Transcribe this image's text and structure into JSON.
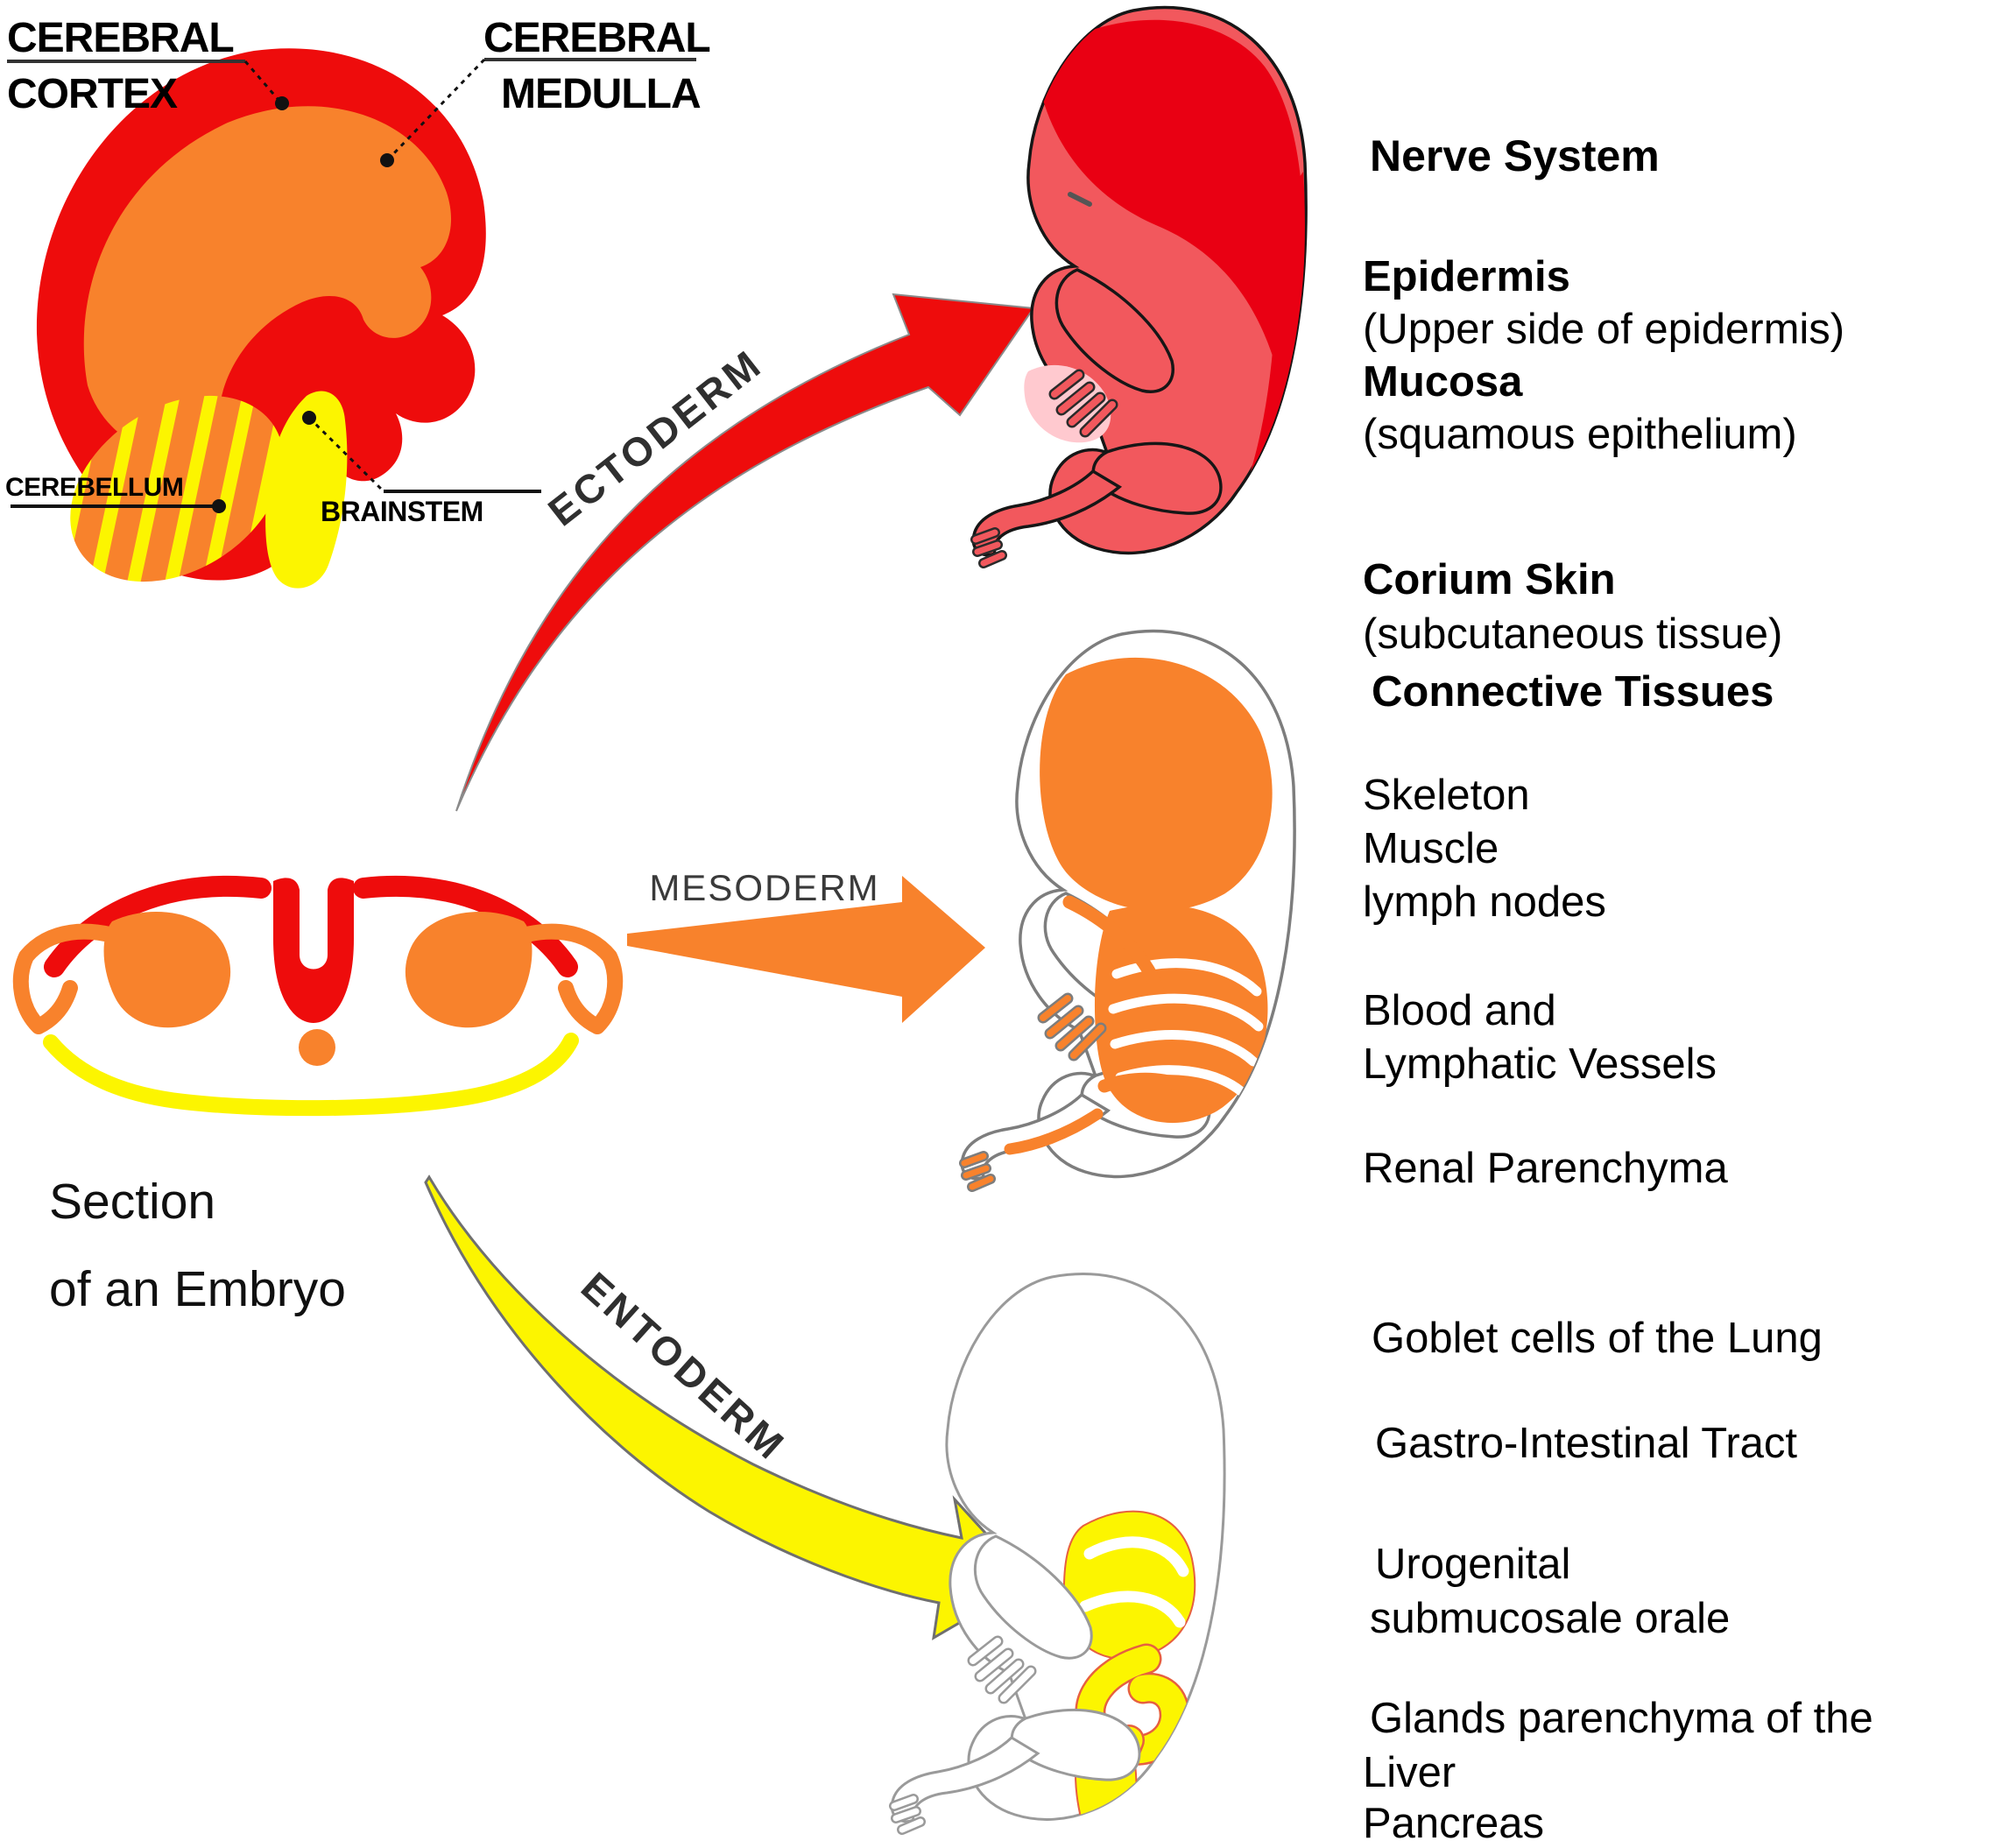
{
  "colors": {
    "red": "#ee0c0c",
    "orange": "#f8822c",
    "yellow": "#fcf500",
    "embryo_red": "#f2585d",
    "embryo_dark_red": "#e90013",
    "embryo_pink": "#ffc9cf",
    "outline_gray": "#7d7d7d",
    "label_dark": "#2f2f2f"
  },
  "brain": {
    "cortex_line1": "CEREBRAL",
    "cortex_line2": "CORTEX",
    "medulla_line1": "CEREBRAL",
    "medulla_line2": "MEDULLA",
    "cerebellum": "CEREBELLUM",
    "brainstem": "BRAINSTEM"
  },
  "section": {
    "line1": "Section",
    "line2": "of an Embryo"
  },
  "arrows": {
    "ectoderm": "ECTODERM",
    "mesoderm": "MESODERM",
    "entoderm": "ENTODERM"
  },
  "derivatives": {
    "nerve_system": "Nerve System",
    "epidermis": "Epidermis",
    "epidermis_note": "(Upper side of epidermis)",
    "mucosa": "Mucosa",
    "mucosa_note": "(squamous epithelium)",
    "corium": "Corium Skin",
    "corium_note": "(subcutaneous tissue)",
    "connective": "Connective Tissues",
    "skeleton": "Skeleton",
    "muscle": "Muscle",
    "lymph_nodes": "lymph nodes",
    "blood_line1": "Blood and",
    "blood_line2": "Lymphatic Vessels",
    "renal": "Renal Parenchyma",
    "goblet": "Goblet cells of the Lung",
    "gastro": "Gastro-Intestinal Tract",
    "urogenital_line1": "Urogenital",
    "urogenital_line2": "submucosale orale",
    "glands_line1": "Glands parenchyma of the",
    "glands_line2": "Liver",
    "glands_line3": "Pancreas"
  }
}
